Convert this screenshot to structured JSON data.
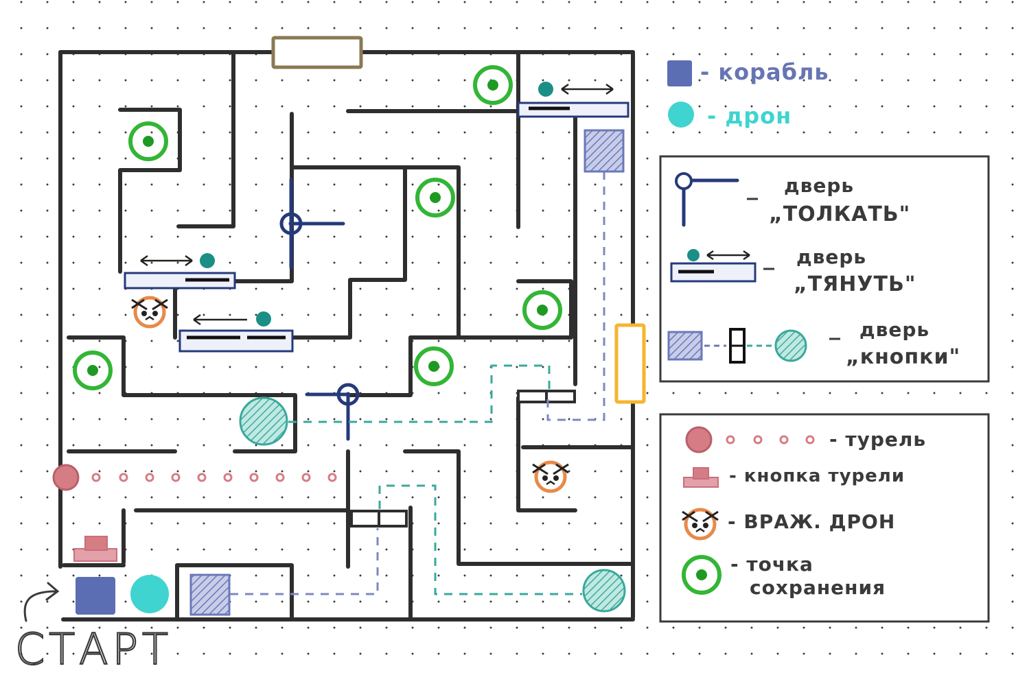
{
  "legend_top": {
    "ship": "- корабль",
    "drone": "- дрон"
  },
  "legend_doors": {
    "push_name": "дверь",
    "push_value": "„ТОЛКАТЬ\"",
    "pull_name": "дверь",
    "pull_value": "„ТЯНУТЬ\"",
    "button_name": "дверь",
    "button_value": "„кнопки\""
  },
  "legend_hazards": {
    "turret": "- турель",
    "turret_button": "- кнопка турели",
    "enemy_drone": "- ВРАЖ. ДРОН",
    "checkpoint_line1": "- точка",
    "checkpoint_line2": "сохранения"
  },
  "start_label": "СТАРТ",
  "colors": {
    "wall": "#2e2e2e",
    "ship": "#5b6db3",
    "drone": "#3fd4cf",
    "door_navy": "#243a7a",
    "door_teal": "#3aa89c",
    "door_lavender": "#7d88c0",
    "checkpoint": "#33b536",
    "turret": "#d67c85",
    "enemy": "#e88a4a",
    "exit_top": "#8a7a55",
    "exit_right": "#f4b52f"
  }
}
